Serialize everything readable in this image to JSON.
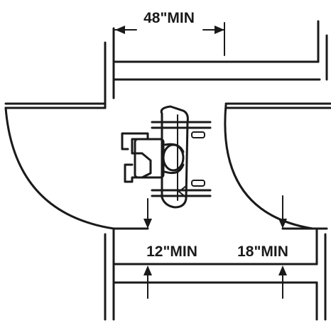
{
  "dimensions": {
    "top_clearance": {
      "label": "48\"MIN"
    },
    "left_offset": {
      "label": "12\"MIN"
    },
    "right_offset": {
      "label": "18\"MIN"
    }
  },
  "colors": {
    "line": "#1a1a1a",
    "background": "#ffffff"
  },
  "icons": {
    "wheelchair": "wheelchair-user-icon"
  }
}
